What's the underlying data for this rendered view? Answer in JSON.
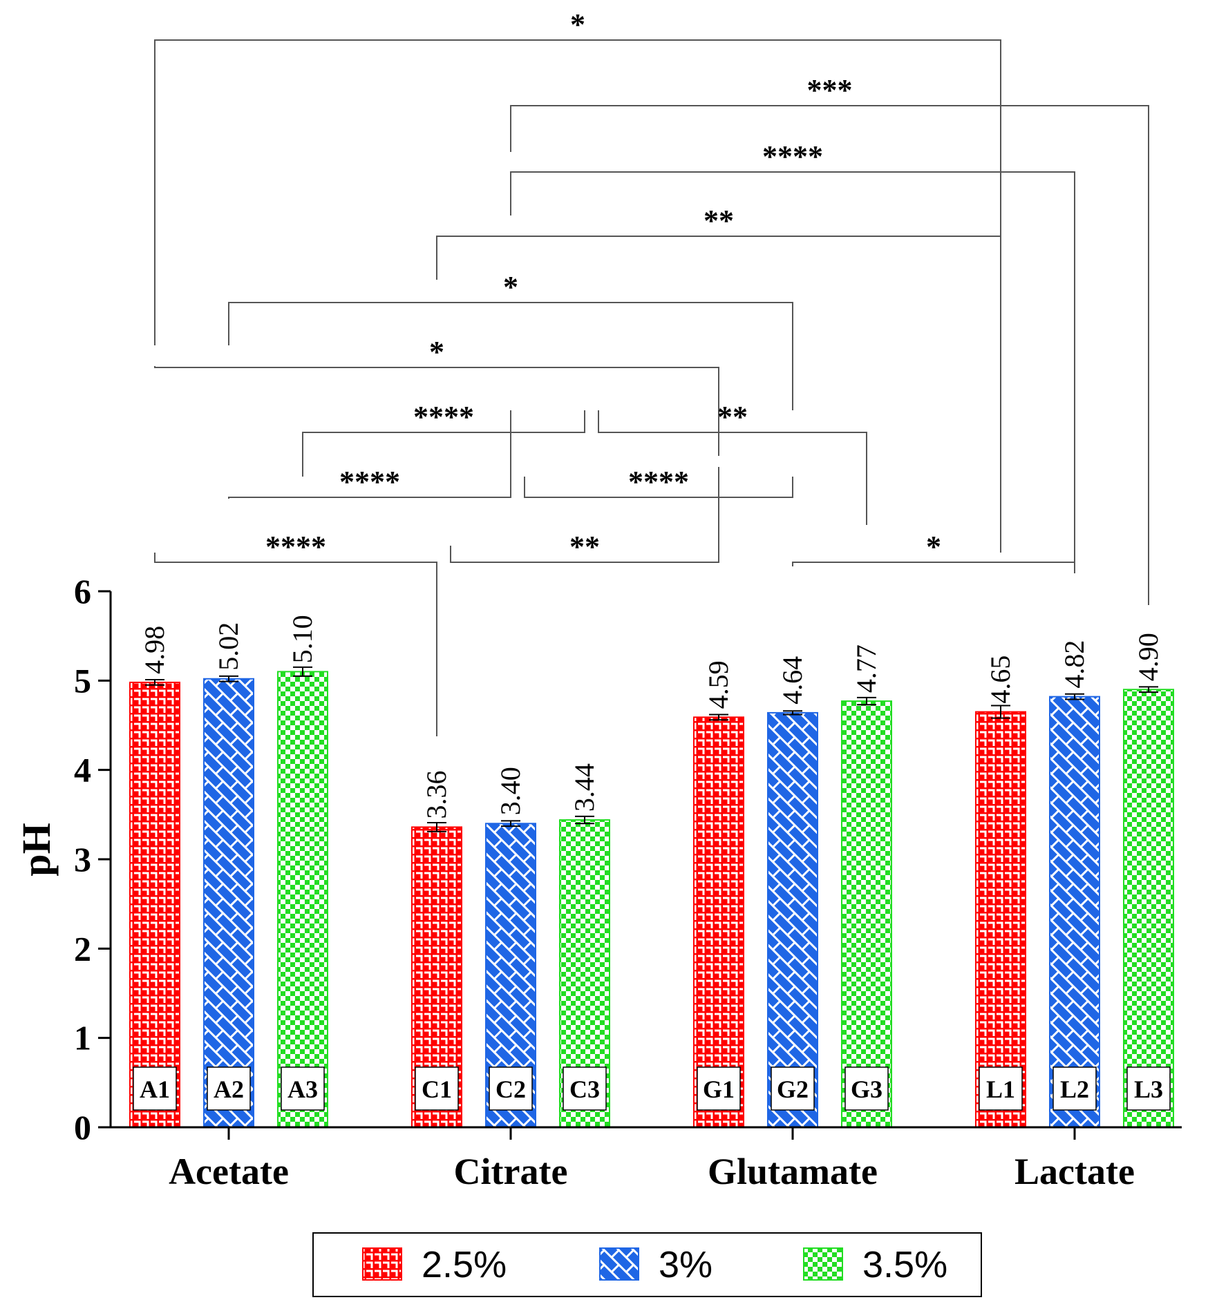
{
  "chart_data": {
    "type": "bar",
    "categories": [
      "Acetate",
      "Citrate",
      "Glutamate",
      "Lactate"
    ],
    "ylabel": "pH",
    "ylim": [
      0,
      6
    ],
    "yticks": [
      "0",
      "1",
      "2",
      "3",
      "4",
      "5",
      "6"
    ],
    "grid": false,
    "legend_position": "bottom",
    "series": [
      {
        "name": "2.5%",
        "color": "#ff0000",
        "pattern": "bricks",
        "values": [
          4.98,
          3.36,
          4.59,
          4.65
        ],
        "value_labels": [
          "4.98",
          "3.36",
          "4.59",
          "4.65"
        ],
        "bar_labels": [
          "A1",
          "C1",
          "G1",
          "L1"
        ],
        "errors": [
          0.03,
          0.05,
          0.03,
          0.07
        ]
      },
      {
        "name": "3%",
        "color": "#1f66e5",
        "pattern": "diagonal-bricks",
        "values": [
          5.02,
          3.4,
          4.64,
          4.82
        ],
        "value_labels": [
          "5.02",
          "3.40",
          "4.64",
          "4.82"
        ],
        "bar_labels": [
          "A2",
          "C2",
          "G2",
          "L2"
        ],
        "errors": [
          0.03,
          0.03,
          0.02,
          0.03
        ]
      },
      {
        "name": "3.5%",
        "color": "#22dd22",
        "pattern": "checkerboard",
        "values": [
          5.1,
          3.44,
          4.77,
          4.9
        ],
        "value_labels": [
          "5.10",
          "3.44",
          "4.77",
          "4.90"
        ],
        "bar_labels": [
          "A3",
          "C3",
          "G3",
          "L3"
        ],
        "errors": [
          0.05,
          0.04,
          0.04,
          0.03
        ]
      }
    ],
    "annotations": [
      {
        "from": "A1",
        "to": "L1",
        "label": "*"
      },
      {
        "from": "C2",
        "to": "L3",
        "label": "***"
      },
      {
        "from": "C2",
        "to": "L2",
        "label": "****"
      },
      {
        "from": "C1",
        "to": "L1",
        "label": "**"
      },
      {
        "from": "A2",
        "to": "G2",
        "label": "*"
      },
      {
        "from": "A1",
        "to": "G1",
        "label": "*"
      },
      {
        "from": "A3",
        "to": "C3",
        "label": "****"
      },
      {
        "from": "C3",
        "to": "G3",
        "label": "**"
      },
      {
        "from": "A2",
        "to": "C2",
        "label": "****"
      },
      {
        "from": "C2",
        "to": "G2",
        "label": "****"
      },
      {
        "from": "A1",
        "to": "C1",
        "label": "****"
      },
      {
        "from": "C1",
        "to": "G1",
        "label": "**"
      },
      {
        "from": "G2",
        "to": "L2",
        "label": "*"
      }
    ]
  }
}
